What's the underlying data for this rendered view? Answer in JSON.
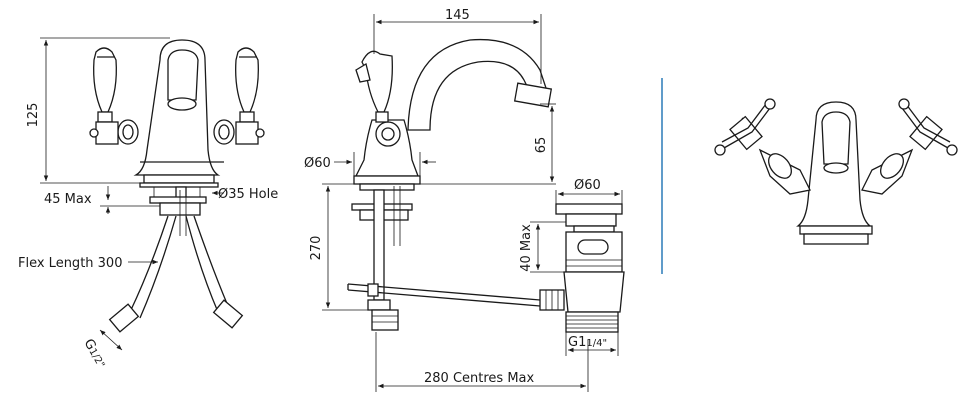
{
  "labels": {
    "height_125": "125",
    "max_45": "45 Max",
    "hole_35": "Ø35 Hole",
    "flex_length": "Flex Length 300",
    "g_half": "G",
    "g_half_frac": "1/2\"",
    "width_145": "145",
    "height_65": "65",
    "dia_60_left": "Ø60",
    "height_270": "270",
    "dia_60_right": "Ø60",
    "max_40": "40 Max",
    "g_quarter": "G1",
    "g_quarter_frac": "1/4\"",
    "centres_280": "280 Centres Max"
  },
  "colors": {
    "line": "#1a1a1a",
    "divider": "#2b7bb9",
    "background": "#ffffff"
  }
}
